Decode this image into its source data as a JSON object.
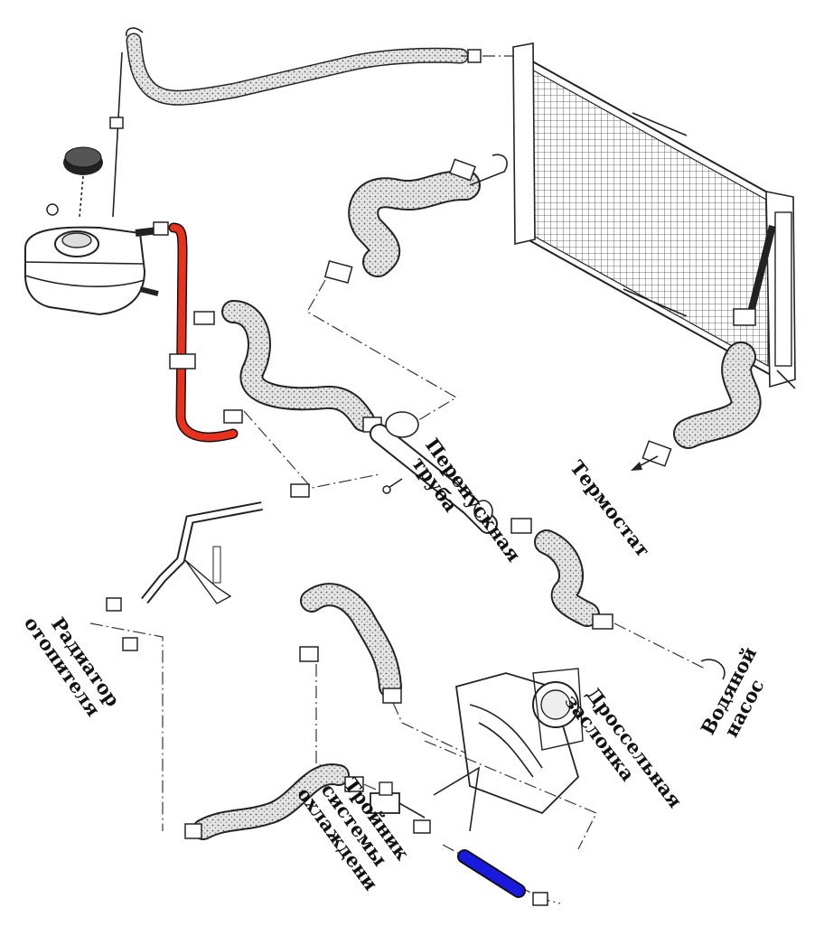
{
  "labels": {
    "bypass_pipe": [
      "Перепускная",
      "труба"
    ],
    "thermostat": "Термостат",
    "heater_radiator": [
      "Радиатор",
      "отопителя"
    ],
    "water_pump": [
      "Водяной",
      "насос"
    ],
    "throttle": [
      "Дроссельная",
      "заслонка"
    ],
    "tee": [
      "Тройник",
      "системы",
      "охлаждени"
    ]
  },
  "colors": {
    "highlight_red": "#e8321e",
    "highlight_blue": "#1a1adf",
    "line": "#222222",
    "hose_fill": "#d9d9d9"
  }
}
